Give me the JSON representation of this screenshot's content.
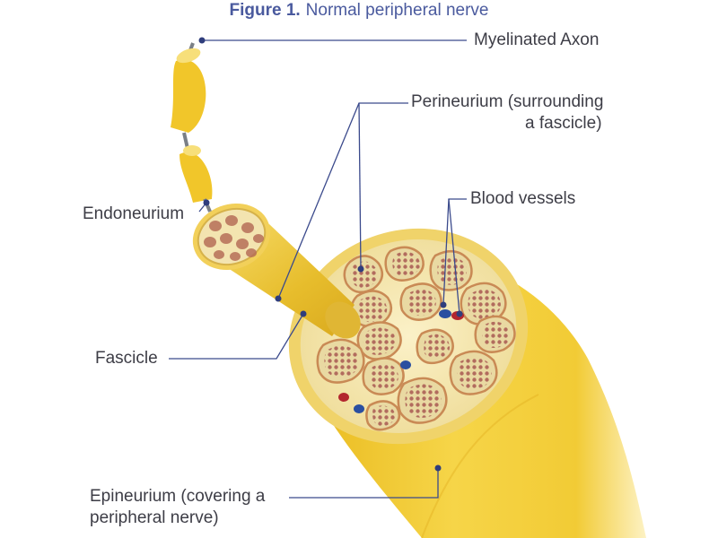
{
  "figure": {
    "number": "Figure 1.",
    "title": "Normal peripheral nerve"
  },
  "labels": {
    "myelinated_axon": "Myelinated Axon",
    "perineurium_line1": "Perineurium (surrounding",
    "perineurium_line2": "a fascicle)",
    "blood_vessels": "Blood vessels",
    "endoneurium": "Endoneurium",
    "fascicle": "Fascicle",
    "epineurium_line1": "Epineurium (covering a",
    "epineurium_line2": "peripheral nerve)"
  },
  "colors": {
    "title": "#4a5a9e",
    "label_text": "#3d3d46",
    "leader_line": "#3b4a8c",
    "nerve_yellow": "#f3cc2e",
    "nerve_light": "#fbe48a",
    "fascicle_fill": "#ead9a0",
    "fascicle_stroke": "#c98a55",
    "axon_dot": "#b06a5a",
    "artery_red": "#b3262e",
    "vein_blue": "#2a4fa0"
  }
}
